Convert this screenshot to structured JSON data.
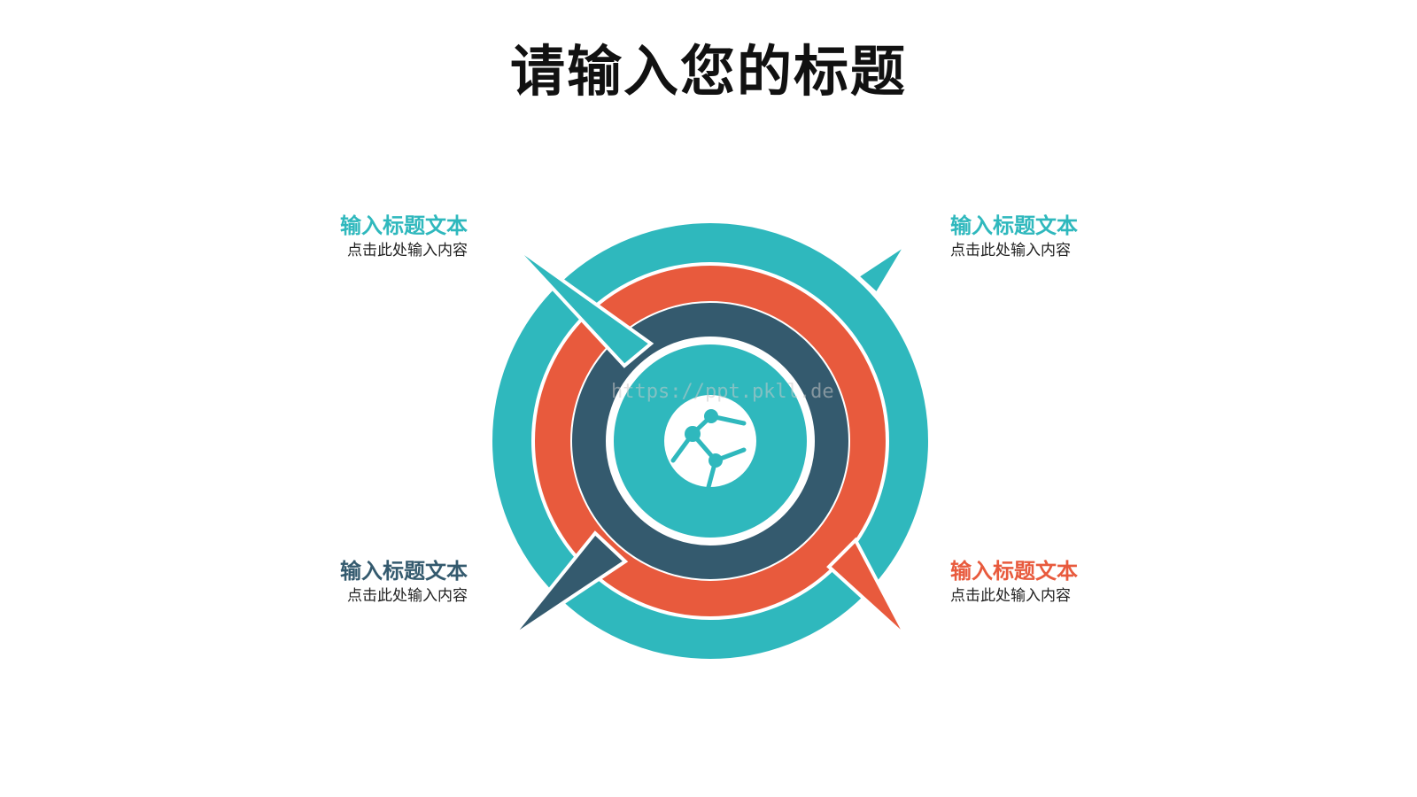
{
  "title": "请输入您的标题",
  "colors": {
    "teal": "#2fb8bd",
    "orange": "#e85a3d",
    "navy": "#345a6e",
    "center": "#2fb8bd"
  },
  "center_icon": "globe-network-icon",
  "watermark": "https://ppt.pkll.de",
  "callouts": [
    {
      "title": "输入标题文本",
      "body": "点击此处输入内容",
      "color": "#2fb8bd"
    },
    {
      "title": "输入标题文本",
      "body": "点击此处输入内容",
      "color": "#2fb8bd"
    },
    {
      "title": "输入标题文本",
      "body": "点击此处输入内容",
      "color": "#345a6e"
    },
    {
      "title": "输入标题文本",
      "body": "点击此处输入内容",
      "color": "#e85a3d"
    }
  ]
}
